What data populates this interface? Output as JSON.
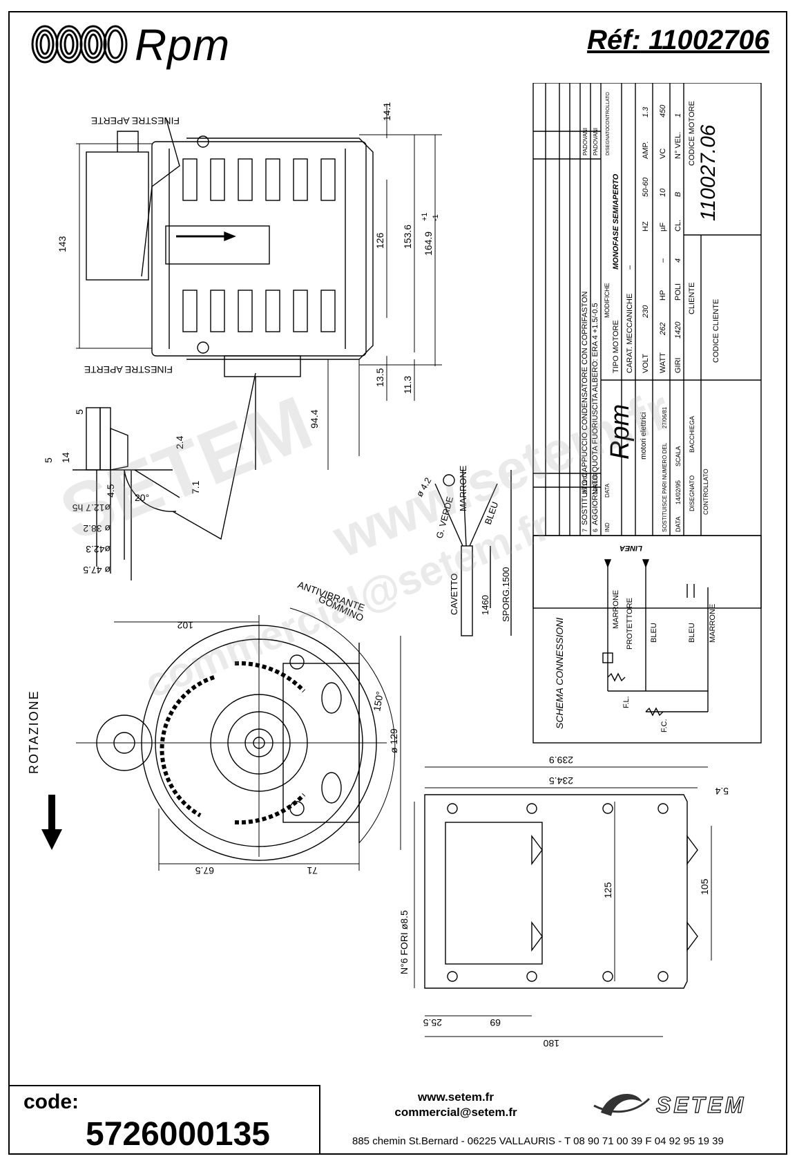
{
  "header": {
    "brand": "Rpm",
    "ref_label": "Réf:",
    "ref_value": "11002706"
  },
  "top_view": {
    "label_top": "FINESTRE APERTE",
    "label_bottom": "FINESTRE APERTE",
    "dims": [
      "143",
      "14.1",
      "126",
      "153.6",
      "164.9",
      "+1",
      "-1",
      "13.5",
      "11.3",
      "94.4"
    ]
  },
  "shaft_detail": {
    "dims": [
      "5",
      "5",
      "14",
      "2.4",
      "4.5",
      "7.1",
      "20°",
      "ø12.7 h5",
      "ø 38.2",
      "ø42.3",
      "ø 47.5"
    ]
  },
  "cable": {
    "labels": [
      "ø 4.2",
      "G. VERDE",
      "MARRONE",
      "BLEU",
      "CAVETTO",
      "1460",
      "SPORG.1500"
    ]
  },
  "front_view": {
    "labels": [
      "102",
      "ANTIVIBRANTE",
      "GOMMINO",
      "150°",
      "ø 129",
      "67.5",
      "71",
      "ROTAZIONE"
    ]
  },
  "base_view": {
    "dims": [
      "239.9",
      "234.5",
      "5.4",
      "125",
      "105",
      "N°6 FORI ø8.5",
      "25.5",
      "69",
      "180"
    ]
  },
  "title_block": {
    "revisions": [
      {
        "ind": "7",
        "data": "26/11/07",
        "mod": "SOSTITUITO CAPPUCCIO CONDENSATORE CON COPRIFASTON",
        "dis": "PADOVANI"
      },
      {
        "ind": "6",
        "data": "17/01/07",
        "mod": "AGGIORNATO QUOTA FUORIUSCITA ALBERO: ERA 4 +1.5/-0.5",
        "dis": "PADOVANI"
      }
    ],
    "rev_headers": [
      "IND",
      "DATA",
      "MODIFICHE",
      "DISEGNATO",
      "CONTROLLATO"
    ],
    "tipo_motore_label": "TIPO MOTORE",
    "tipo_motore": "MONOFASE SEMIAPERTO",
    "carat_label": "CARAT. MECCANICHE",
    "carat_value": "–",
    "rows": [
      {
        "k": "VOLT",
        "v": "230",
        "k2": "HZ",
        "v2": "50-60",
        "k3": "AMP.",
        "v3": "1.3"
      },
      {
        "k": "WATT",
        "v": "262",
        "k2": "HP",
        "v2": "–",
        "k3": "µF",
        "v3": "10",
        "k4": "VC",
        "v4": "450"
      },
      {
        "k": "GIRI",
        "v": "1420",
        "k2": "POLI",
        "v2": "4",
        "k3": "CL.",
        "v3": "B",
        "k4": "N° VEL.",
        "v4": "1"
      }
    ],
    "cliente_label": "CLIENTE",
    "codice_motore_label": "CODICE MOTORE",
    "codice_motore": "110027.06",
    "codice_cliente_label": "CODICE CLIENTE",
    "company_brand": "Rpm",
    "company_sub": "motori elettrici",
    "sostituisce_label": "SOSTITUISCE PARI NUMERO DEL",
    "sostituisce_date": "27/06/81",
    "data_label": "DATA",
    "data_value": "14/02/95",
    "scala_label": "SCALA",
    "disegnato_label": "DISEGNATO",
    "disegnato_value": "BACCHIEGA",
    "controllato_label": "CONTROLLATO"
  },
  "schema": {
    "title": "SCHEMA CONNESSIONI",
    "linea": "LINEA",
    "labels": [
      "MARRONE",
      "PROTETTORE",
      "BLEU",
      "BLEU",
      "MARRONE",
      "F.L.",
      "F.C."
    ]
  },
  "footer": {
    "code_label": "code:",
    "code_value": "5726000135",
    "website": "www.setem.fr",
    "email": "commercial@setem.fr",
    "address": "885 chemin St.Bernard  -  06225 VALLAURIS  -  T 08 90 71 00 39   F 04 92 95 19 39",
    "setem": "SETEM"
  },
  "watermark": {
    "line1": "SETEM",
    "line2": "www.setem.fr",
    "line3": "commercial@setem.fr"
  }
}
